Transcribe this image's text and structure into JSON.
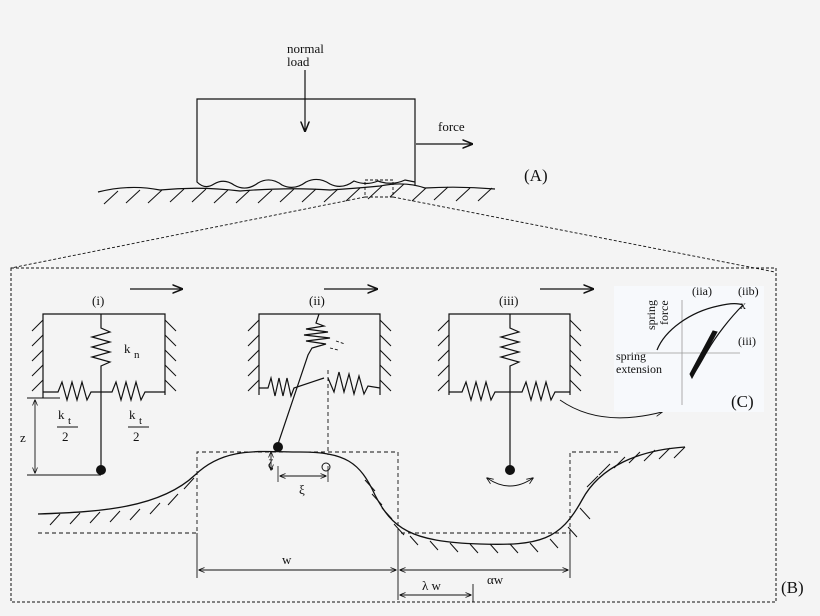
{
  "panel_a": {
    "load_line1": "normal",
    "load_line2": "load",
    "force": "force",
    "tag": "(A)"
  },
  "panel_b": {
    "tag": "(B)",
    "states": {
      "i": "(i)",
      "ii": "(ii)",
      "iii": "(iii)"
    },
    "kn": "k",
    "kn_sub": "n",
    "kt": "k",
    "kt_sub": "t",
    "two": "2",
    "z": "z",
    "zeta": "ζ",
    "xi": "ξ",
    "w": "w",
    "lambda_w": "λ w",
    "alpha_w": "αw"
  },
  "panel_c": {
    "tag": "(C)",
    "y_label_line1": "spring",
    "y_label_line2": "force",
    "x_label_line1": "spring",
    "x_label_line2": "extension",
    "iia": "(iia)",
    "iib": "(iib)",
    "iii": "(iii)",
    "marker": "x"
  },
  "colors": {
    "ink": "#111111",
    "background": "#f4f4f4",
    "inset": "#f7f9fc"
  }
}
